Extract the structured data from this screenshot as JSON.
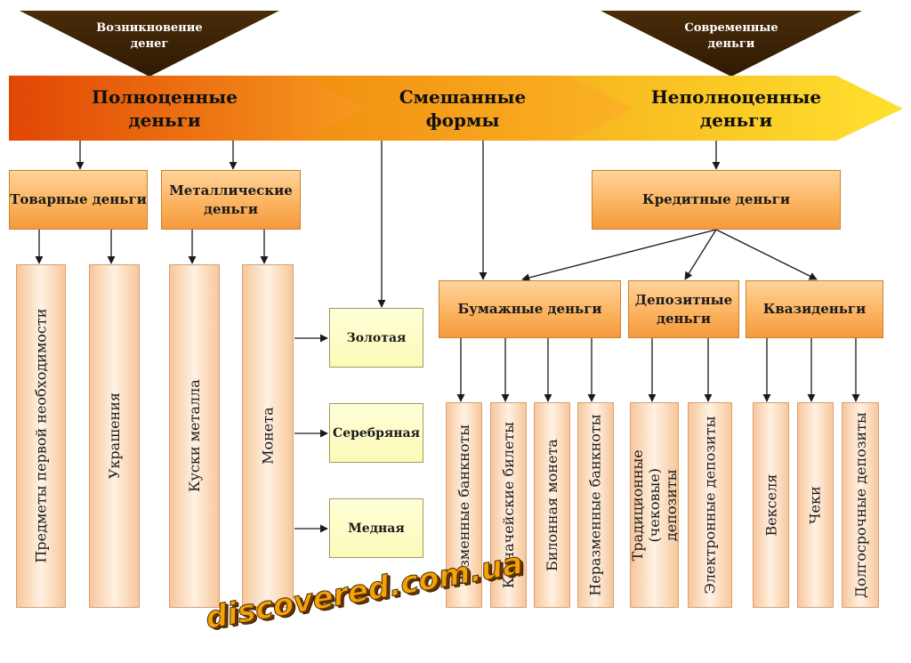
{
  "triangles": {
    "origin": "Возникновение денег",
    "modern": "Современные деньги"
  },
  "stages": {
    "full": "Полноценные деньги",
    "mixed": "Смешанные формы",
    "partial": "Неполноценные деньги"
  },
  "level2": {
    "commodity": "Товарные деньги",
    "metal": "Металлические деньги",
    "credit": "Кредитные деньги"
  },
  "level3": {
    "paper": "Бумажные деньги",
    "deposit": "Депозитные деньги",
    "quasi": "Квазиденьги"
  },
  "columns": {
    "necessities": "Предметы первой необходимости",
    "jewelry": "Украшения",
    "metal_pieces": "Куски металла",
    "coin": "Монета",
    "exchangeable_notes": "Разменные банкноты",
    "treasury_bills": "Казначейские билеты",
    "billon_coin": "Билонная монета",
    "nonexchangeable_notes": "Неразменные банкноты",
    "traditional_deposits": "Традиционные (чековые) депозиты",
    "electronic_deposits": "Электронные депозиты",
    "bills_of_exchange": "Векселя",
    "cheques": "Чеки",
    "long_term_deposits": "Долгосрочные депозиты"
  },
  "coins": {
    "gold": "Золотая",
    "silver": "Серебряная",
    "copper": "Медная"
  },
  "watermark": "discovered.com.ua",
  "colors": {
    "band_start": "#e04a08",
    "band_mid": "#f59a1a",
    "band_end": "#ffde2a",
    "triangle": "#3a2206"
  }
}
